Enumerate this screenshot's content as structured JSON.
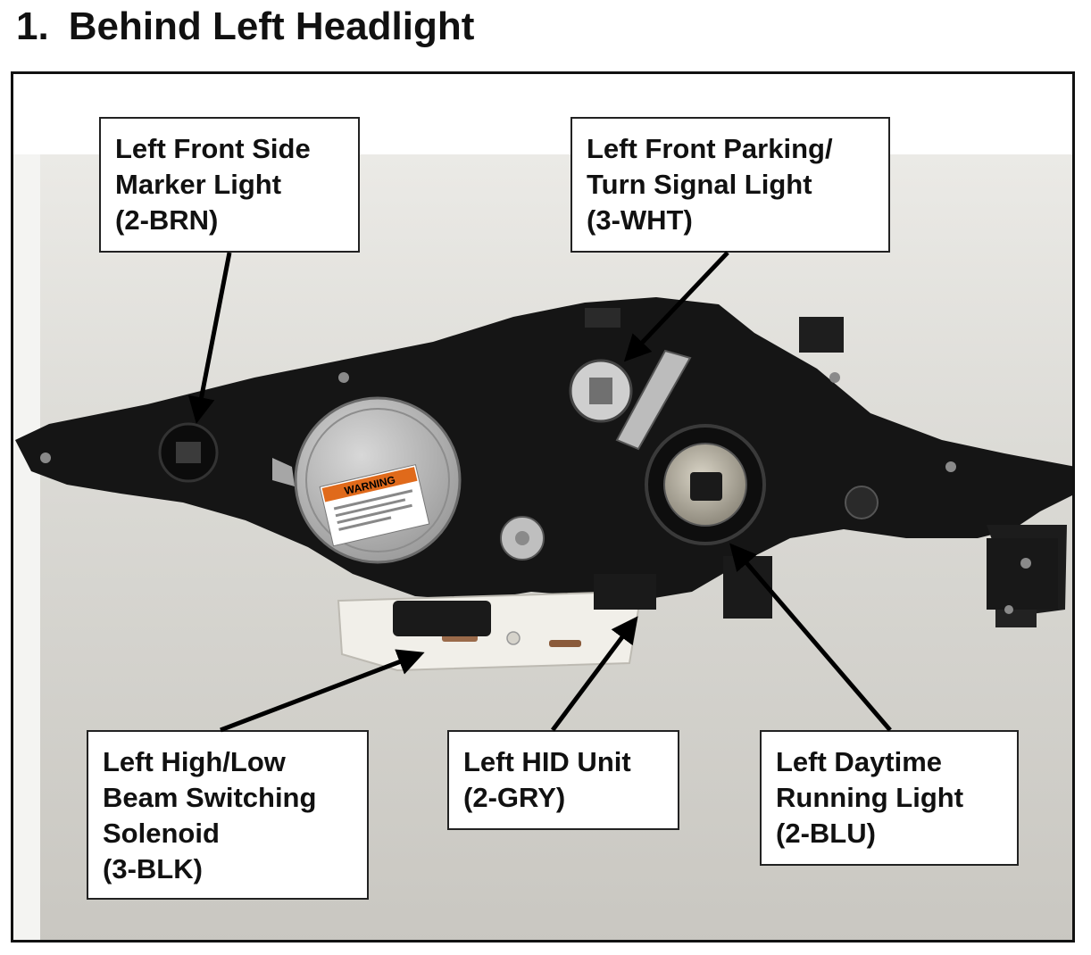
{
  "header": {
    "number": "1.",
    "title": "Behind Left Headlight"
  },
  "callouts": [
    {
      "id": "side-marker",
      "lines": [
        "Left Front Side",
        "Marker Light",
        "(2-BRN)"
      ]
    },
    {
      "id": "parking-turn",
      "lines": [
        "Left Front Parking/",
        "Turn Signal Light",
        "(3-WHT)"
      ]
    },
    {
      "id": "solenoid",
      "lines": [
        "Left High/Low",
        "Beam Switching",
        "Solenoid",
        "(3-BLK)"
      ]
    },
    {
      "id": "hid",
      "lines": [
        "Left HID Unit",
        "(2-GRY)"
      ]
    },
    {
      "id": "drl",
      "lines": [
        "Left Daytime",
        "Running Light",
        "(2-BLU)"
      ]
    }
  ],
  "photo": {
    "warning_label": "WARNING"
  },
  "colors": {
    "background": "#ffffff",
    "photo_backdrop": "#cfcdc8",
    "headlight_body": "#161616",
    "cap_gray": "#b9b9b9",
    "arrow": "#000000",
    "warning_orange": "#e06a1b"
  }
}
